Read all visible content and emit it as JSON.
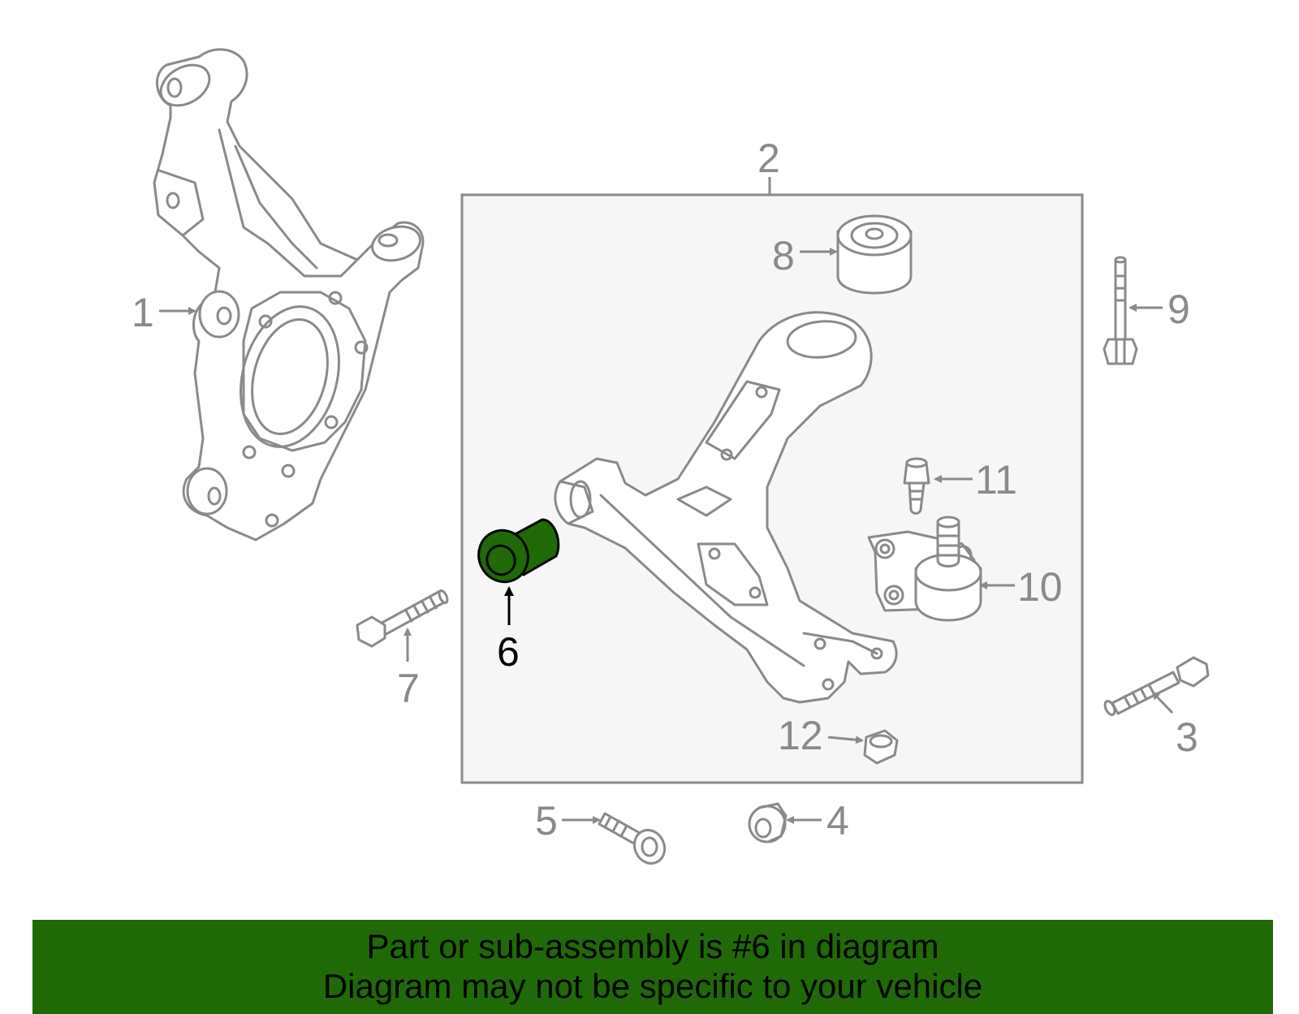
{
  "callouts": {
    "c1": "1",
    "c2": "2",
    "c3": "3",
    "c4": "4",
    "c5": "5",
    "c6": "6",
    "c7": "7",
    "c8": "8",
    "c9": "9",
    "c10": "10",
    "c11": "11",
    "c12": "12"
  },
  "highlight": {
    "part_number": "6",
    "color": "#1f6a06"
  },
  "banner": {
    "line1": "Part or sub-assembly is #6 in diagram",
    "line2": "Diagram may not be specific to your vehicle",
    "background": "#1f6a06"
  },
  "colors": {
    "line": "#8a8a8a",
    "box_fill": "#f6f6f6"
  }
}
